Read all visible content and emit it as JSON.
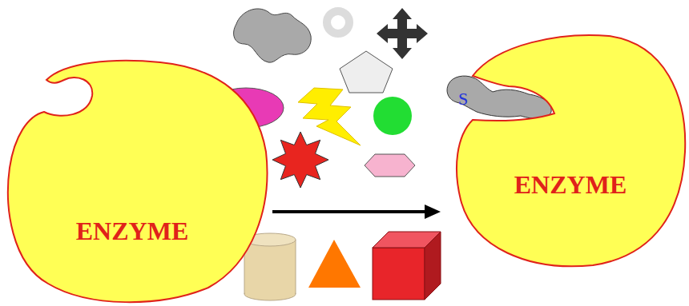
{
  "diagram": {
    "nodes": [
      {
        "text": [
          "ENZYME"
        ]
      },
      {
        "text": [
          "S"
        ]
      },
      {
        "text": [
          "ENZYME"
        ]
      }
    ],
    "edges": [
      {
        "from": 0,
        "to": 2,
        "arrow": "to"
      }
    ]
  }
}
